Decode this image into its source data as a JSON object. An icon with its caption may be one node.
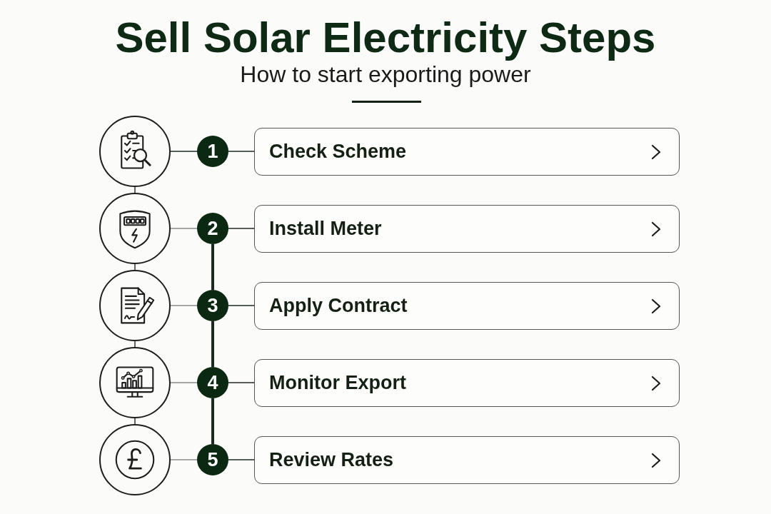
{
  "diagram": {
    "title": "Sell Solar Electricity Steps",
    "nodes": [
      {
        "text": [],
        "shape": "circle"
      },
      {
        "text": [
          "1"
        ]
      },
      {
        "text": [
          "Check Scheme"
        ]
      },
      {
        "text": [],
        "shape": "circle"
      },
      {
        "text": [
          "2"
        ]
      },
      {
        "text": [
          "Install Meter"
        ]
      },
      {
        "text": [],
        "shape": "circle"
      },
      {
        "text": [
          "3"
        ]
      },
      {
        "text": [
          "Apply Contract"
        ]
      },
      {
        "text": [],
        "shape": "circle"
      },
      {
        "text": [
          "4"
        ]
      },
      {
        "text": [
          "Monitor Export"
        ]
      },
      {
        "text": [],
        "shape": "circle"
      },
      {
        "text": [
          "5"
        ]
      },
      {
        "text": [
          "Review Rates"
        ]
      }
    ],
    "edges": [
      {
        "from": 0,
        "to": 1,
        "arrow": "none"
      },
      {
        "from": 1,
        "to": 2,
        "arrow": "none"
      },
      {
        "from": 3,
        "to": 4,
        "arrow": "none",
        "color": "#8a8a8a"
      },
      {
        "from": 4,
        "to": 5,
        "arrow": "none"
      },
      {
        "from": 6,
        "to": 7,
        "arrow": "none",
        "color": "#8a8a8a"
      },
      {
        "from": 7,
        "to": 8,
        "arrow": "none"
      },
      {
        "from": 9,
        "to": 10,
        "arrow": "none",
        "color": "#8a8a8a"
      },
      {
        "from": 10,
        "to": 11,
        "arrow": "none"
      },
      {
        "from": 12,
        "to": 13,
        "arrow": "none",
        "color": "#8a8a8a"
      },
      {
        "from": 13,
        "to": 14,
        "arrow": "none"
      },
      {
        "from": 0,
        "to": 3,
        "arrow": "none"
      },
      {
        "from": 3,
        "to": 6,
        "arrow": "none"
      },
      {
        "from": 6,
        "to": 9,
        "arrow": "none"
      },
      {
        "from": 9,
        "to": 12,
        "arrow": "none"
      },
      {
        "from": 4,
        "to": 7,
        "arrow": "none",
        "style": "thick"
      },
      {
        "from": 7,
        "to": 10,
        "arrow": "none",
        "style": "thick"
      },
      {
        "from": 10,
        "to": 13,
        "arrow": "none",
        "style": "thick"
      }
    ],
    "labels": [
      "How to start exporting power"
    ]
  }
}
